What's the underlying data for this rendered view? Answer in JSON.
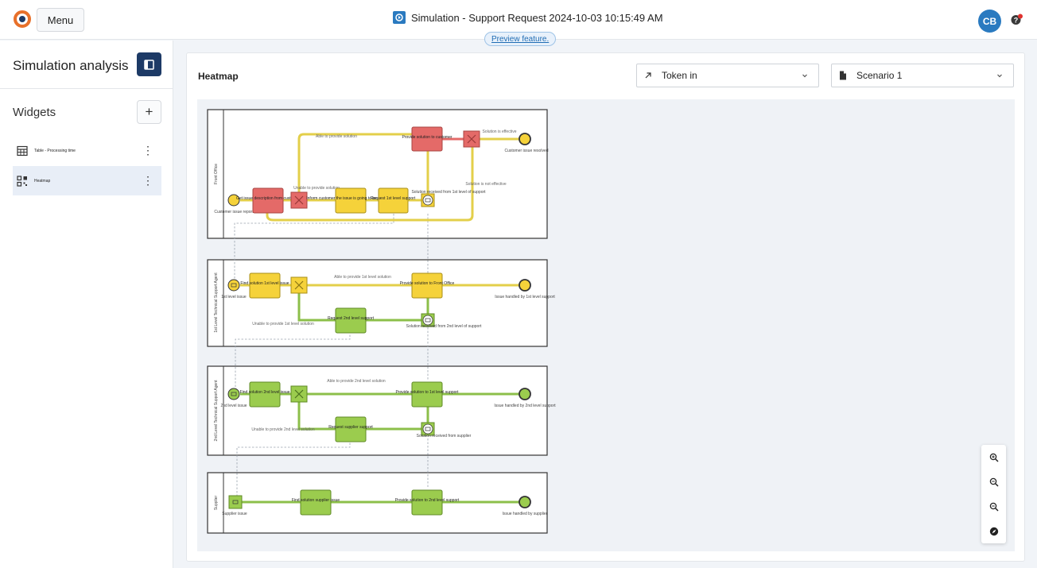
{
  "header": {
    "menu_label": "Menu",
    "title": "Simulation - Support Request 2024-10-03 10:15:49 AM",
    "preview_label": "Preview feature.",
    "avatar_initials": "CB"
  },
  "sidebar": {
    "title": "Simulation analysis",
    "widgets_label": "Widgets",
    "add_button": "+",
    "items": [
      {
        "label": "Table - Processing time",
        "icon": "table-icon",
        "active": false
      },
      {
        "label": "Heatmap",
        "icon": "heatmap-icon",
        "active": true
      }
    ]
  },
  "main": {
    "title": "Heatmap",
    "metric_select": {
      "value": "Token in",
      "icon": "arrow-up-right-icon"
    },
    "scenario_select": {
      "value": "Scenario 1",
      "icon": "document-icon"
    }
  },
  "diagram": {
    "lanes": [
      {
        "label": "Front Office"
      },
      {
        "label": "1st Level Technical Support Agent"
      },
      {
        "label": "2nd Level Technical Support Agent"
      },
      {
        "label": "Supplier"
      }
    ],
    "nodes": {
      "fo_start": "Customer issue report",
      "fo_get_issue": "Get issue description from customer",
      "fo_inform": "Inform customer the issue is going to be escalated",
      "fo_request1": "Request 1st level support",
      "fo_solution_received": "Solution received from 1st level of support",
      "fo_provide": "Provide solution to customer",
      "fo_end": "Customer issue resolved",
      "l1_start": "1st level issue",
      "l1_find": "Find solution 1st level issue",
      "l1_provide": "Provide solution to Front Office",
      "l1_end": "Issue handled by 1st level support",
      "l1_request2": "Request 2nd level support",
      "l1_solution_received": "Solution received from 2nd level of support",
      "l2_start": "2nd level issue",
      "l2_find": "Find solution 2nd level issue",
      "l2_provide": "Provide solution to 1st level support",
      "l2_end": "Issue handled by 2nd level support",
      "l2_request": "Request supplier support",
      "l2_solution_received": "Solution received from supplier",
      "s_start": "Supplier issue",
      "s_find": "Find solution supplier issue",
      "s_provide": "Provide solution to 2nd level support",
      "s_end": "Issue handled by supplier"
    },
    "edges": {
      "fo_able": "Able to provide solution",
      "fo_unable": "Unable to provide solution",
      "fo_effective": "Solution is effective",
      "fo_not_effective": "Solution is not effective",
      "l1_able": "Able to provide 1st level solution",
      "l1_unable": "Unable to provide 1st level solution",
      "l2_able": "Able to provide 2nd level solution",
      "l2_unable": "Unable to provide 2nd level solution"
    }
  },
  "heat_colors": {
    "hot": "#e46a68",
    "warm": "#f5d23a",
    "cool": "#9bcc4e"
  },
  "zoom_controls": [
    "zoom-in-icon",
    "zoom-out-icon",
    "zoom-reset-icon",
    "compass-icon"
  ]
}
